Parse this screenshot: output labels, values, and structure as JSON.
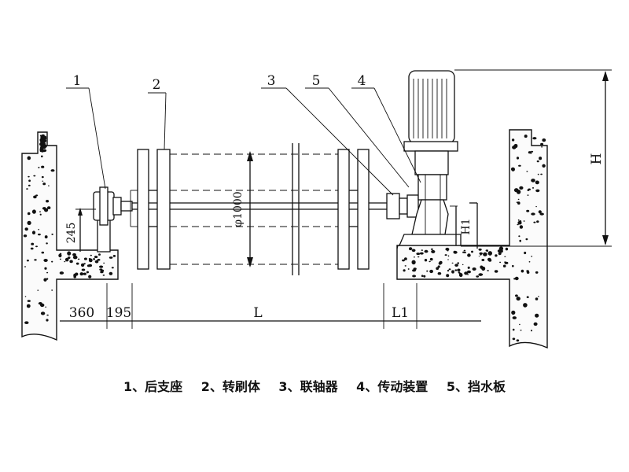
{
  "callouts": [
    "1",
    "2",
    "3",
    "5",
    "4"
  ],
  "dimensions": {
    "diameter": "φ1000",
    "h245": "245",
    "w360": "360",
    "w195": "195",
    "L": "L",
    "L1": "L1",
    "H": "H",
    "H1": "H1"
  },
  "legend": [
    {
      "num": "1、",
      "label": "后支座"
    },
    {
      "num": "2、",
      "label": "转刷体"
    },
    {
      "num": "3、",
      "label": "联轴器"
    },
    {
      "num": "4、",
      "label": "传动装置"
    },
    {
      "num": "5、",
      "label": "挡水板"
    }
  ]
}
